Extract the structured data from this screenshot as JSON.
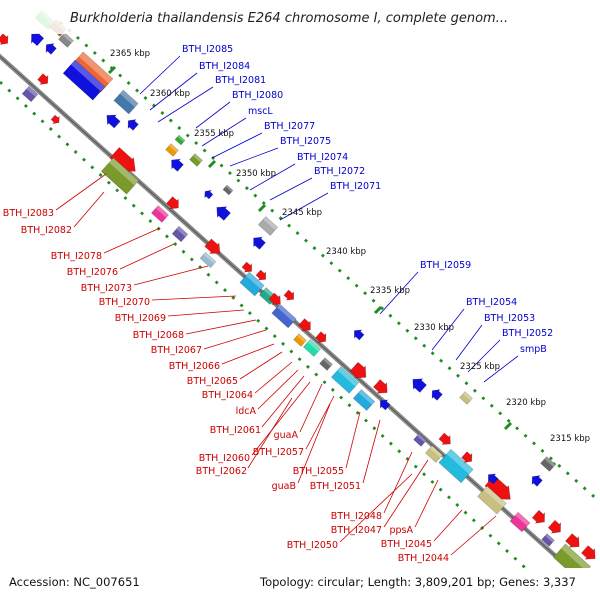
{
  "title": "Burkholderia thailandensis E264 chromosome I, complete genom...",
  "footer": {
    "accession": "Accession: NC_007651",
    "topology": "Topology: circular; Length: 3,809,201 bp; Genes: 3,337"
  },
  "scale_labels": [
    "2365 kbp",
    "2360 kbp",
    "2355 kbp",
    "2350 kbp",
    "2345 kbp",
    "2340 kbp",
    "2335 kbp",
    "2330 kbp",
    "2325 kbp",
    "2320 kbp",
    "2315 kbp"
  ],
  "labels_blue": [
    "BTH_I2085",
    "BTH_I2084",
    "BTH_I2081",
    "BTH_I2080",
    "mscL",
    "BTH_I2077",
    "BTH_I2075",
    "BTH_I2074",
    "BTH_I2072",
    "BTH_I2071",
    "BTH_I2059",
    "BTH_I2054",
    "BTH_I2053",
    "BTH_I2052",
    "smpB"
  ],
  "labels_red": [
    "BTH_I2083",
    "BTH_I2082",
    "BTH_I2078",
    "BTH_I2076",
    "BTH_I2073",
    "BTH_I2070",
    "BTH_I2069",
    "BTH_I2068",
    "BTH_I2067",
    "BTH_I2066",
    "BTH_I2065",
    "BTH_I2064",
    "ldcA",
    "BTH_I2061",
    "guaA",
    "BTH_I2060",
    "BTH_I2057",
    "BTH_I2062",
    "BTH_I2055",
    "guaB",
    "BTH_I2051",
    "BTH_I2048",
    "BTH_I2047",
    "ppsA",
    "BTH_I2050",
    "BTH_I2045",
    "BTH_I2044"
  ],
  "colors": {
    "backbone": "#8a8a8a",
    "ticks": "#228b22",
    "forward_gene": "#ee1111",
    "reverse_gene": "#1111dd",
    "olive": "#7a9a2a",
    "cyan": "#22bbdd",
    "pink": "#ee3399",
    "khaki": "#c8c080",
    "gray": "#666666",
    "label_blue": "#0000cc",
    "label_red": "#cc0000"
  }
}
